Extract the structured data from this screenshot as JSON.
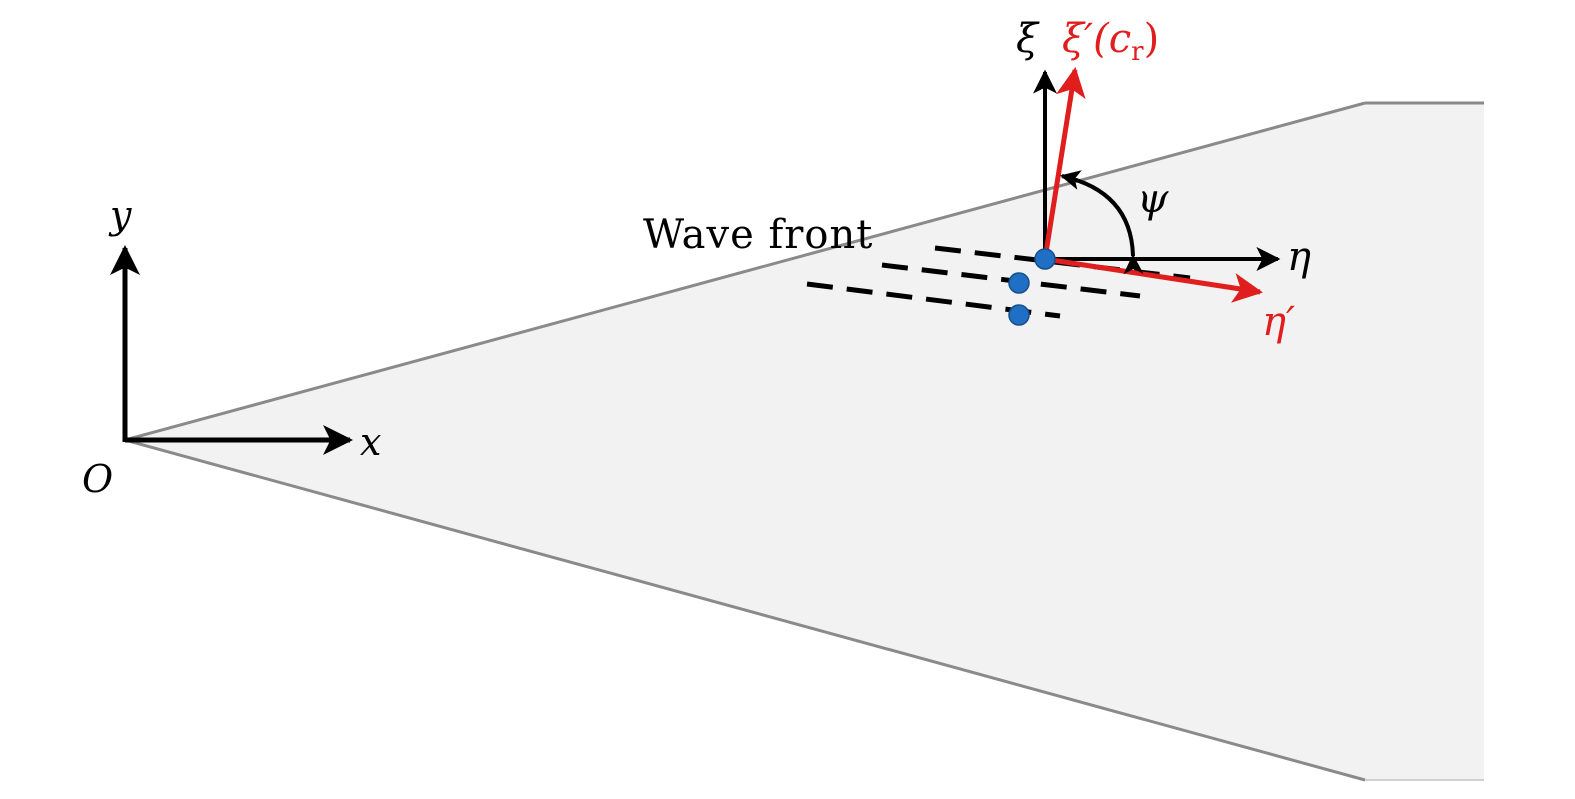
{
  "colors": {
    "background": "#ffffff",
    "wedge_fill": "#f2f2f2",
    "wedge_edge": "#8a8a8a",
    "axis": "#000000",
    "rotated_axis": "#e01e1e",
    "point": "#1f6fc4"
  },
  "global_axes": {
    "origin_label": "O",
    "x_label": "x",
    "y_label": "y"
  },
  "local_axes": {
    "xi_label": "ξ",
    "eta_label": "η",
    "xi_prime_label": "ξ′(",
    "xi_prime_c": "c",
    "xi_prime_sub": "r",
    "xi_prime_close": ")",
    "eta_prime_label": "η′",
    "angle_label": "ψ"
  },
  "annotation": {
    "wave_front_label": "Wave front"
  }
}
